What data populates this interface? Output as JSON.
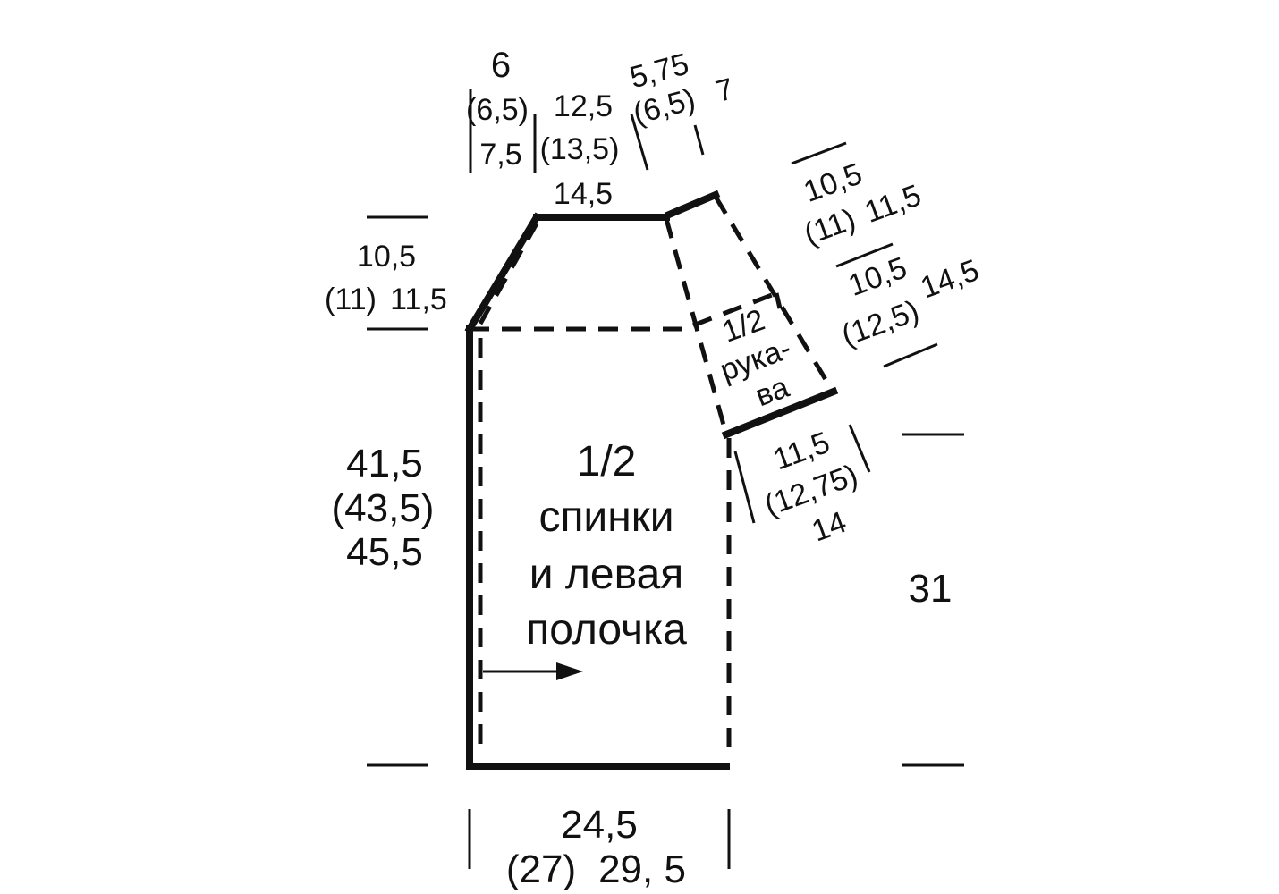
{
  "palette": {
    "line": "#111111",
    "background": "#ffffff"
  },
  "labels": {
    "shoulder_top": "6",
    "shoulder_mid": "(6,5)",
    "shoulder_bot": "7,5",
    "neck_top": "12,5",
    "neck_mid": "(13,5)",
    "neck_bot": "14,5",
    "slope_a": "5,75",
    "slope_b": "(6,5)",
    "slope_c": "7",
    "armhole_a": "10,5",
    "armhole_b": "(11)",
    "armhole_c": "11,5",
    "sleevecap_a": "10,5",
    "sleevecap_b": "(11)",
    "sleevecap_c": "11,5",
    "sleevewidth_a": "10,5",
    "sleevewidth_b": "(12,5)",
    "sleevewidth_c": "14,5",
    "cuff_a": "11,5",
    "cuff_b": "(12,75)",
    "cuff_c": "14",
    "length_a": "41,5",
    "length_b": "(43,5)",
    "length_c": "45,5",
    "sleeve_length": "31",
    "width_a": "24,5",
    "width_b": "(27)",
    "width_c": "29, 5",
    "sleeve_part_1": "1/2",
    "sleeve_part_2": "рука-",
    "sleeve_part_3": "ва",
    "body_1": "1/2",
    "body_2": "спинки",
    "body_3": "и левая",
    "body_4": "полочка"
  }
}
